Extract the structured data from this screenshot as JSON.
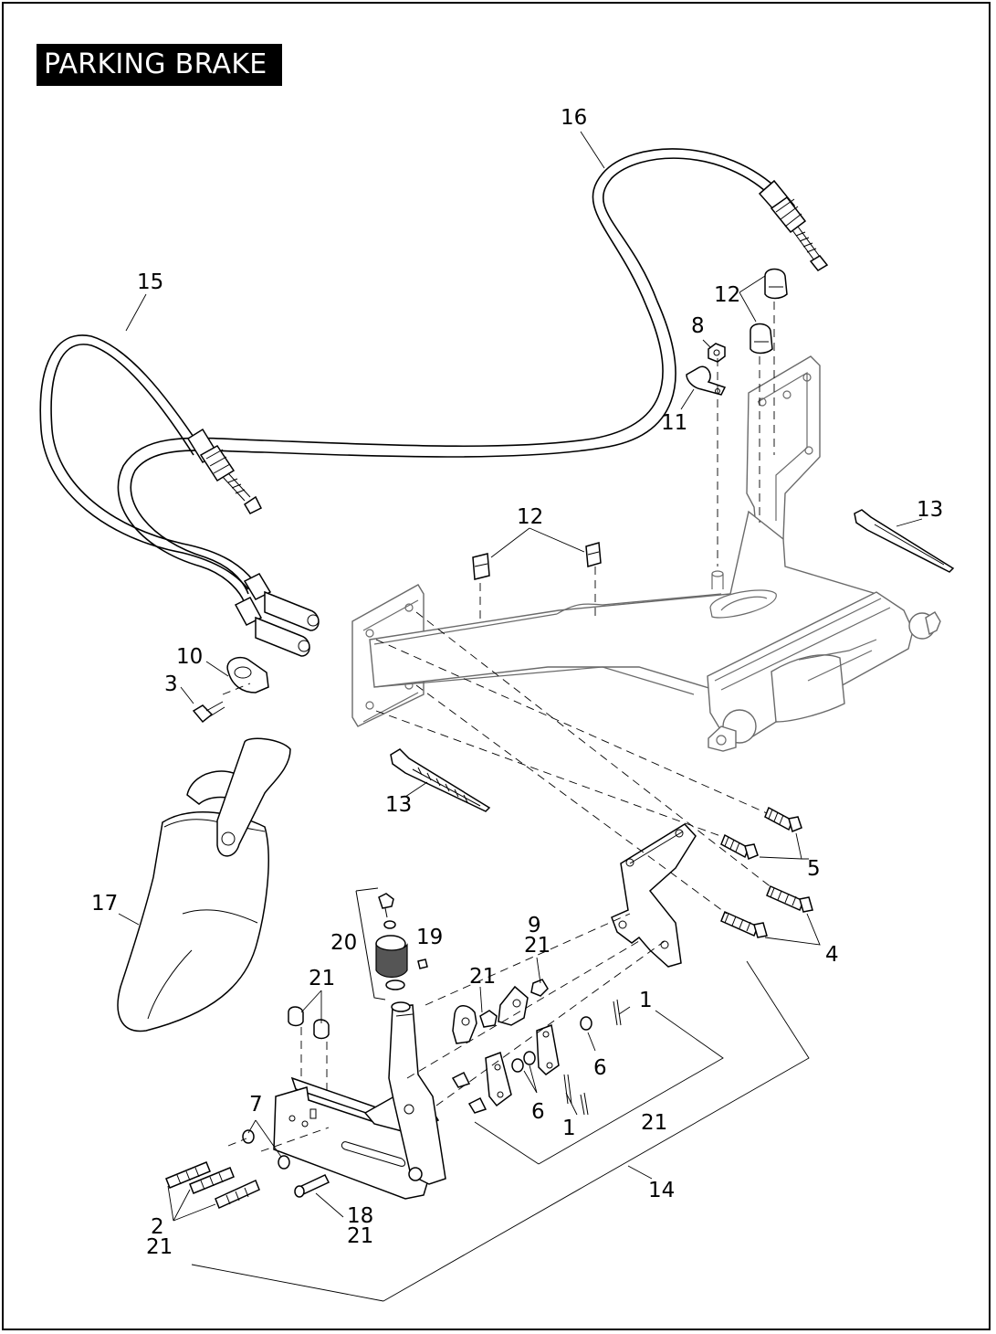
{
  "title": "PARKING BRAKE",
  "callouts": {
    "c16": "16",
    "c15": "15",
    "c12a": "12",
    "c8": "8",
    "c11": "11",
    "c12b": "12",
    "c13a": "13",
    "c10": "10",
    "c3": "3",
    "c13b": "13",
    "c5": "5",
    "c17": "17",
    "c9": "9",
    "c21a": "21",
    "c4": "4",
    "c20": "20",
    "c19": "19",
    "c21b": "21",
    "c21c": "21",
    "c1a": "1",
    "c6a": "6",
    "c6b": "6",
    "c1b": "1",
    "c21d": "21",
    "c7": "7",
    "c14": "14",
    "c18": "18",
    "c21e": "21",
    "c2": "2",
    "c21f": "21"
  }
}
